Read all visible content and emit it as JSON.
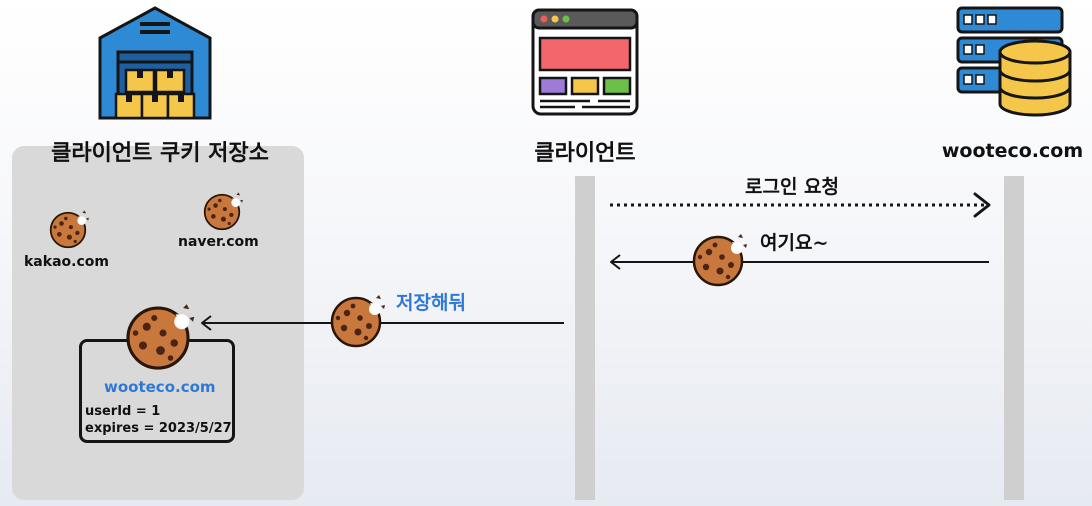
{
  "participants": {
    "storage": {
      "title": "클라이언트 쿠키 저장소",
      "icon": "warehouse-icon"
    },
    "client": {
      "title": "클라이언트",
      "icon": "browser-window-icon"
    },
    "server": {
      "title": "wooteco.com",
      "icon": "server-database-icon"
    }
  },
  "messages": {
    "login_request": "로그인 요청",
    "response": "여기요~",
    "store": "저장해둬"
  },
  "stored_cookies": {
    "kakao": "kakao.com",
    "naver": "naver.com"
  },
  "cookie_card": {
    "domain": "wooteco.com",
    "user_line": "userId = 1",
    "expires_line": "expires = 2023/5/27"
  },
  "colors": {
    "accent_blue": "#2f79d6",
    "panel_gray": "#d9d9d9",
    "lifeline_gray": "#cfcfcf",
    "cookie_body": "#c8773d",
    "cookie_chip": "#4a2414"
  }
}
